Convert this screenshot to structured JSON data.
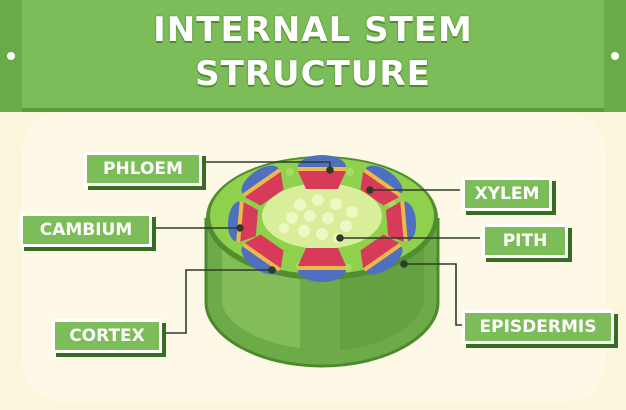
{
  "title": {
    "line1": "INTERNAL STEM",
    "line2": "STRUCTURE"
  },
  "labels": {
    "phloem": "PHLOEM",
    "xylem": "XYLEM",
    "cambium": "CAMBIUM",
    "pith": "PITH",
    "cortex": "CORTEX",
    "epidermis": "EPISDERMIS"
  },
  "colors": {
    "background": "#fbf6dc",
    "banner": "#7cbd5a",
    "banner_dark": "#5a9a3a",
    "stem_side": "#78b754",
    "stem_top": "#8ccd4a",
    "pith": "#d9ee9a",
    "phloem": "#4f6fc0",
    "xylem": "#d83a5a",
    "cambium": "#f0b74a"
  }
}
